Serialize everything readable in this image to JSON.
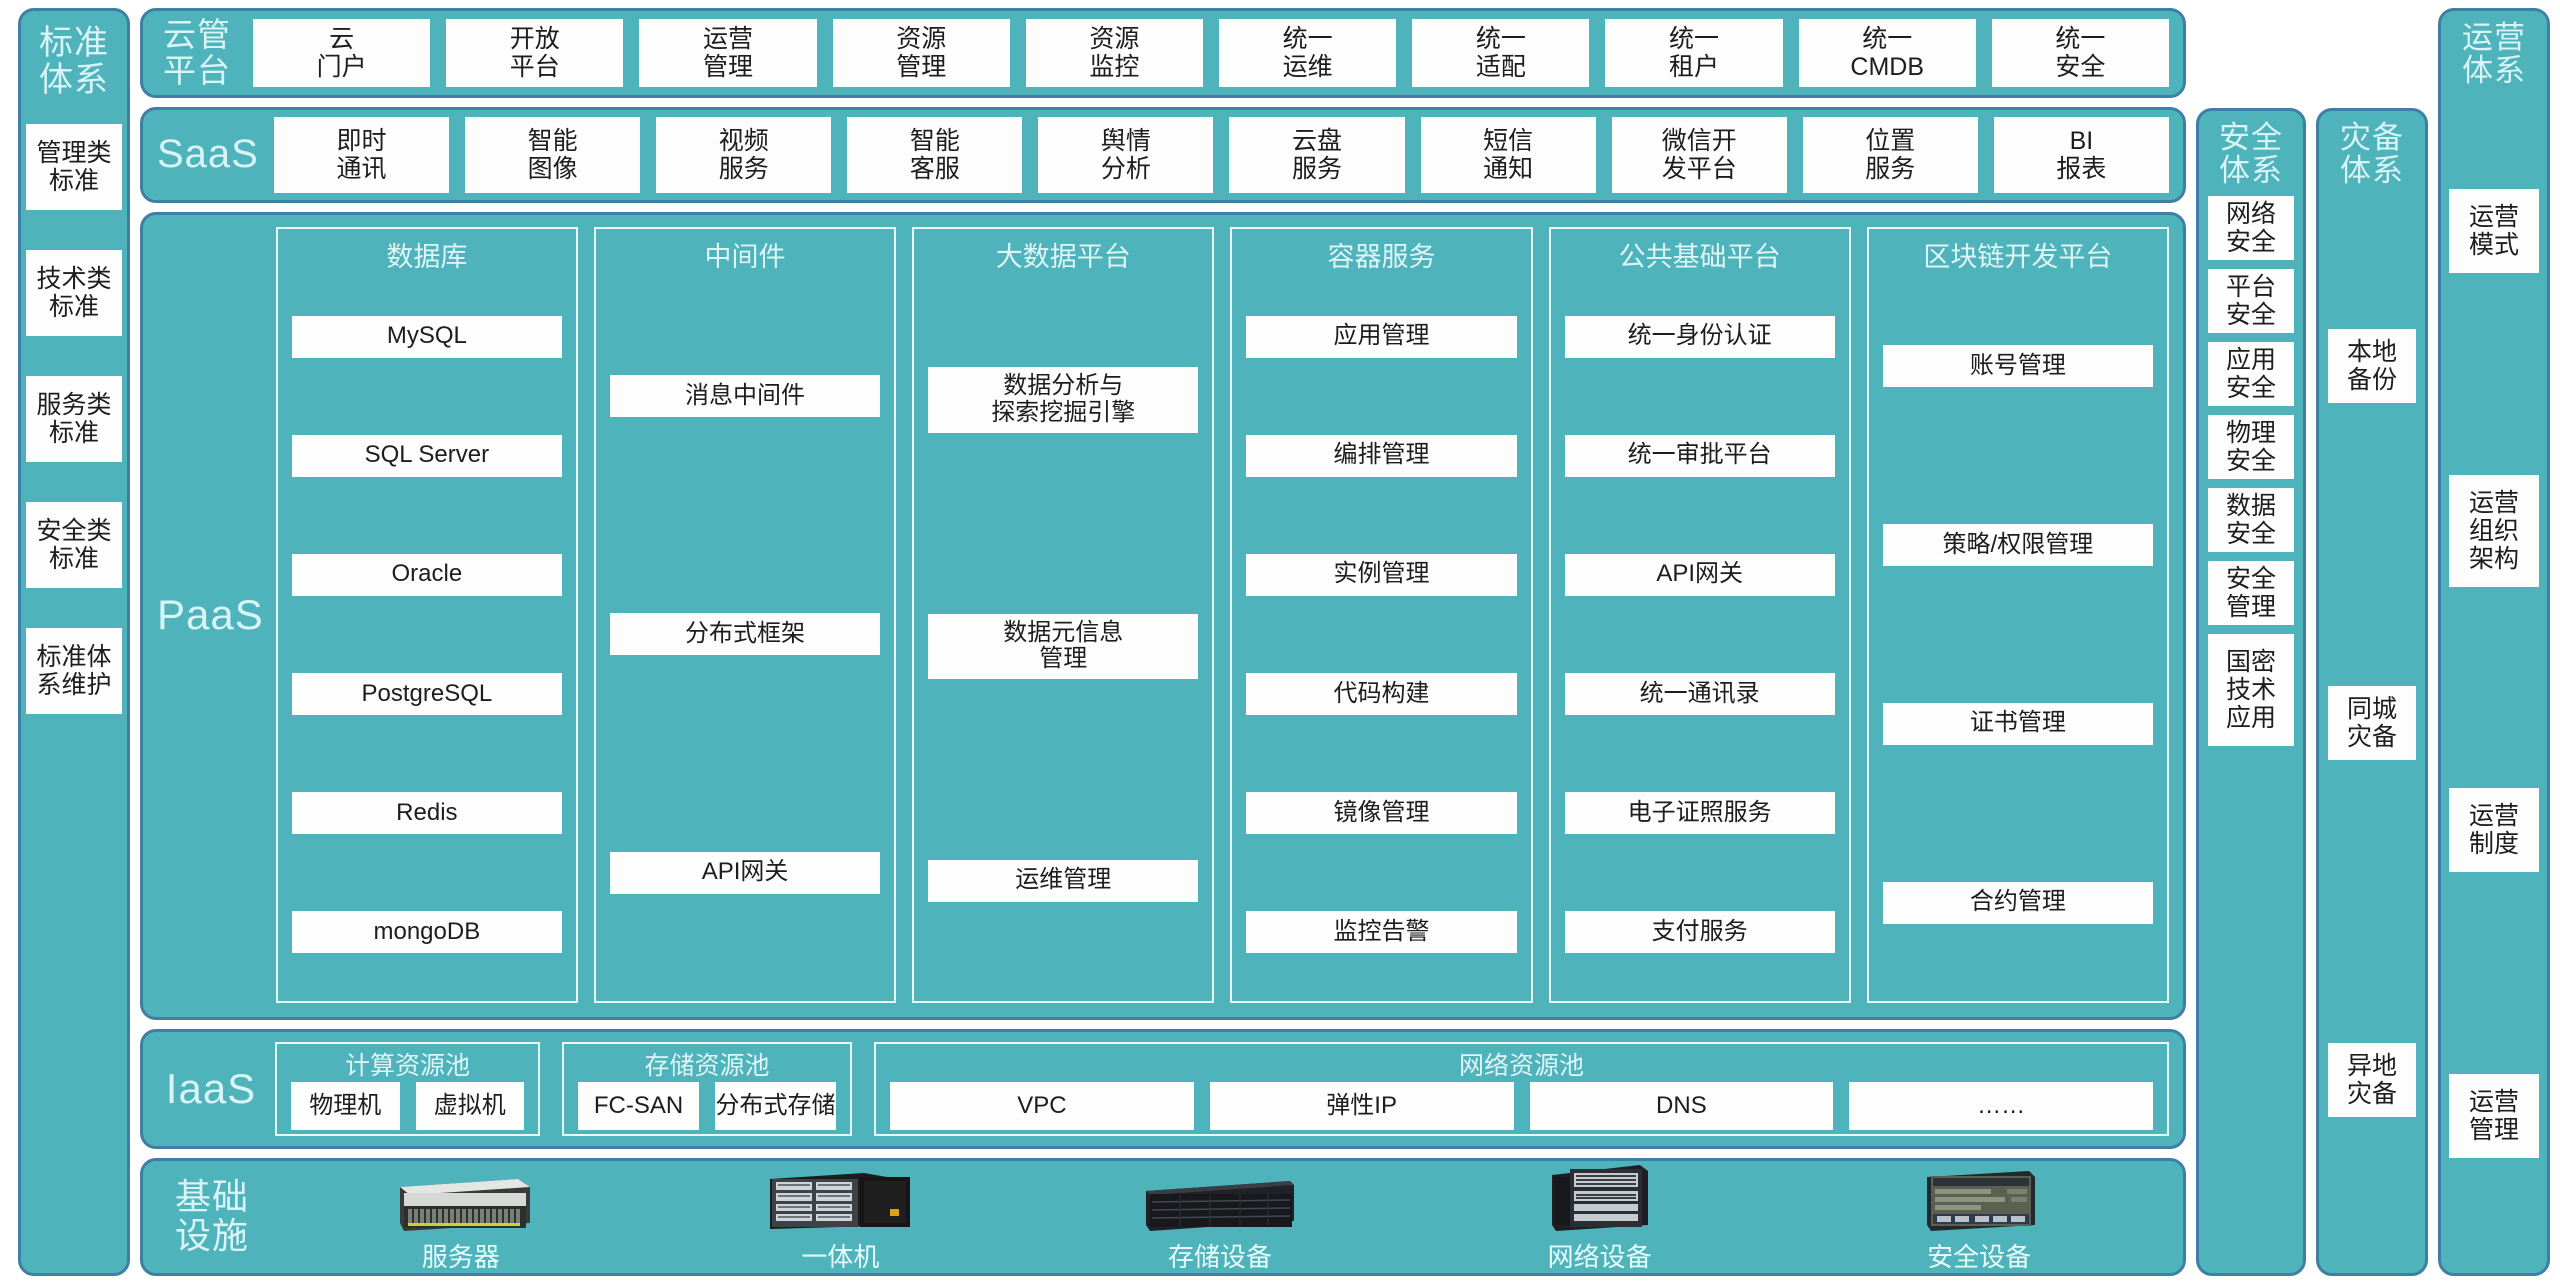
{
  "standards_column": {
    "title": "标准\n体系",
    "items": [
      {
        "label": "管理类\n标准"
      },
      {
        "label": "技术类\n标准"
      },
      {
        "label": "服务类\n标准"
      },
      {
        "label": "安全类\n标准"
      },
      {
        "label": "标准体\n系维护"
      }
    ]
  },
  "cloud_platform": {
    "title": "云管\n平台",
    "items": [
      {
        "label": "云\n门户"
      },
      {
        "label": "开放\n平台"
      },
      {
        "label": "运营\n管理"
      },
      {
        "label": "资源\n管理"
      },
      {
        "label": "资源\n监控"
      },
      {
        "label": "统一\n运维"
      },
      {
        "label": "统一\n适配"
      },
      {
        "label": "统一\n租户"
      },
      {
        "label": "统一\nCMDB"
      },
      {
        "label": "统一\n安全"
      }
    ]
  },
  "saas": {
    "title": "SaaS",
    "items": [
      {
        "label": "即时\n通讯"
      },
      {
        "label": "智能\n图像"
      },
      {
        "label": "视频\n服务"
      },
      {
        "label": "智能\n客服"
      },
      {
        "label": "舆情\n分析"
      },
      {
        "label": "云盘\n服务"
      },
      {
        "label": "短信\n通知"
      },
      {
        "label": "微信开\n发平台"
      },
      {
        "label": "位置\n服务"
      },
      {
        "label": "BI\n报表"
      }
    ]
  },
  "paas": {
    "title": "PaaS",
    "groups": [
      {
        "title": "数据库",
        "items": [
          "MySQL",
          "SQL Server",
          "Oracle",
          "PostgreSQL",
          "Redis",
          "mongoDB"
        ]
      },
      {
        "title": "中间件",
        "items": [
          "消息中间件",
          "分布式框架",
          "API网关"
        ]
      },
      {
        "title": "大数据平台",
        "items": [
          "数据分析与\n探索挖掘引擎",
          "数据元信息\n管理",
          "运维管理"
        ]
      },
      {
        "title": "容器服务",
        "items": [
          "应用管理",
          "编排管理",
          "实例管理",
          "代码构建",
          "镜像管理",
          "监控告警"
        ]
      },
      {
        "title": "公共基础平台",
        "items": [
          "统一身份认证",
          "统一审批平台",
          "API网关",
          "统一通讯录",
          "电子证照服务",
          "支付服务"
        ]
      },
      {
        "title": "区块链开发平台",
        "items": [
          "账号管理",
          "策略/权限管理",
          "证书管理",
          "合约管理"
        ]
      }
    ]
  },
  "iaas": {
    "title": "IaaS",
    "pools": [
      {
        "title": "计算资源池",
        "items": [
          "物理机",
          "虚拟机"
        ]
      },
      {
        "title": "存储资源池",
        "items": [
          "FC-SAN",
          "分布式存储"
        ]
      },
      {
        "title": "网络资源池",
        "items": [
          "VPC",
          "弹性IP",
          "DNS",
          "……"
        ]
      }
    ]
  },
  "infrastructure": {
    "title": "基础\n设施",
    "devices": [
      {
        "label": "服务器",
        "icon": "rack-server-icon"
      },
      {
        "label": "一体机",
        "icon": "converged-appliance-icon"
      },
      {
        "label": "存储设备",
        "icon": "storage-array-icon"
      },
      {
        "label": "网络设备",
        "icon": "network-switch-icon"
      },
      {
        "label": "安全设备",
        "icon": "security-appliance-icon"
      }
    ]
  },
  "security_column": {
    "title": "安全\n体系",
    "items": [
      {
        "label": "网络\n安全"
      },
      {
        "label": "平台\n安全"
      },
      {
        "label": "应用\n安全"
      },
      {
        "label": "物理\n安全"
      },
      {
        "label": "数据\n安全"
      },
      {
        "label": "安全\n管理"
      },
      {
        "label": "国密\n技术\n应用"
      }
    ]
  },
  "dr_column": {
    "title": "灾备\n体系",
    "items": [
      {
        "label": "本地\n备份"
      },
      {
        "label": "同城\n灾备"
      },
      {
        "label": "异地\n灾备"
      }
    ]
  },
  "ops_column": {
    "title": "运营\n体系",
    "items": [
      {
        "label": "运营\n模式"
      },
      {
        "label": "运营\n组织\n架构"
      },
      {
        "label": "运营\n制度"
      },
      {
        "label": "运营\n管理"
      }
    ]
  },
  "colors": {
    "panel_fill": "#4fb3bb",
    "panel_border": "#3f7fa6",
    "box_fill": "#fdfdfd",
    "title_text": "#d9f4f6",
    "box_text": "#1d1d1d"
  }
}
